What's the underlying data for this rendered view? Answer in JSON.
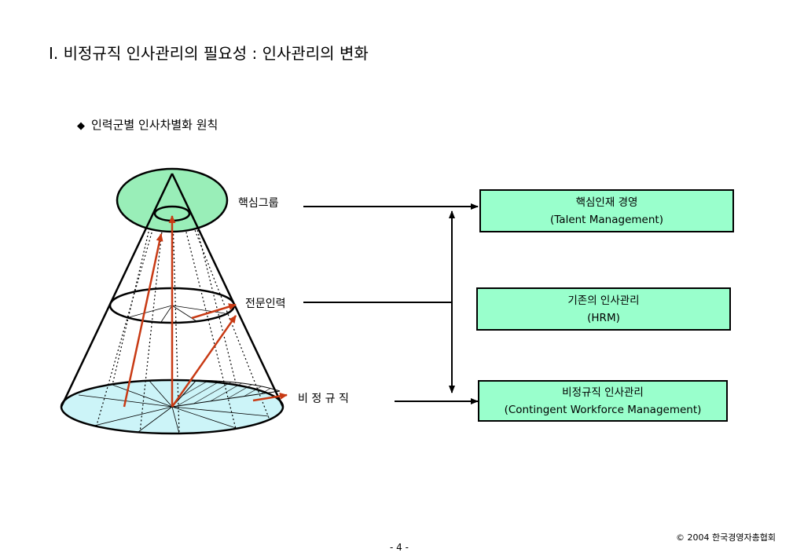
{
  "page": {
    "title": "Ⅰ. 비정규직 인사관리의 필요성 : 인사관리의 변화",
    "subtitle_bullet": "◆",
    "subtitle": "인력군별 인사차별화 원칙"
  },
  "diagram": {
    "layers": [
      {
        "label": "핵심그룹"
      },
      {
        "label": "전문인력"
      },
      {
        "label": "비 정 규 직"
      }
    ],
    "boxes": [
      {
        "line1": "핵심인재 경영",
        "line2": "(Talent Management)"
      },
      {
        "line1": "기존의 인사관리",
        "line2": "(HRM)"
      },
      {
        "line1": "비정규직 인사관리",
        "line2": "(Contingent Workforce Management)"
      }
    ],
    "colors": {
      "top_ellipse": "#99eeb8",
      "bottom_ellipse": "#ccf4f8",
      "box_fill": "#99ffcc",
      "arrow_red": "#c83a14"
    }
  },
  "footer": {
    "copyright": "© 2004 한국경영자총협회",
    "page_number": "- 4 -"
  }
}
